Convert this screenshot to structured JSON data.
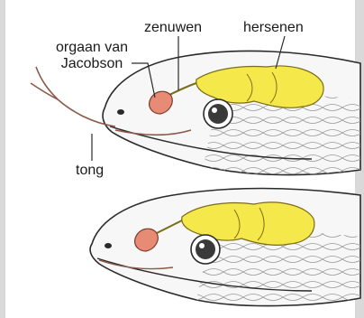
{
  "labels": {
    "zenuwen": "zenuwen",
    "hersenen": "hersenen",
    "organ_line1": "orgaan van",
    "organ_line2": "Jacobson",
    "tong": "tong"
  },
  "colors": {
    "brain": "#f5e84a",
    "organ": "#e88b74",
    "outline": "#2a2a2a",
    "scale_fill": "#f7f7f7",
    "label_text": "#1a1a1a"
  }
}
